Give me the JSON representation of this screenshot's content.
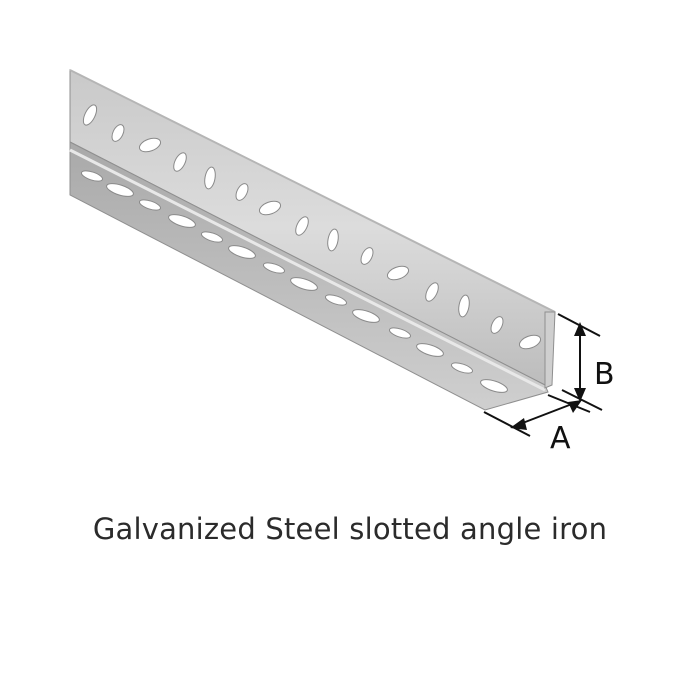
{
  "caption": "Galvanized Steel slotted angle iron",
  "dimensions": {
    "a_label": "A",
    "b_label": "B"
  },
  "colors": {
    "steel_light": "#d7d7d7",
    "steel_mid": "#bdbdbd",
    "steel_dark": "#9a9a9a",
    "dimension_line": "#111111",
    "caption_text": "#2b2b2b"
  }
}
